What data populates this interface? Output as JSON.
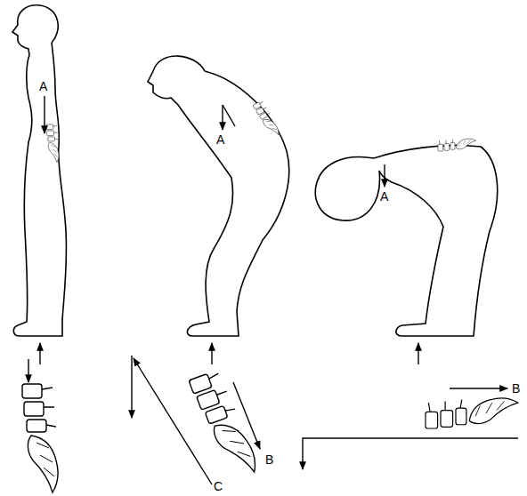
{
  "diagram": {
    "labels": [
      "A",
      "A",
      "A",
      "B",
      "C",
      "B"
    ]
  }
}
